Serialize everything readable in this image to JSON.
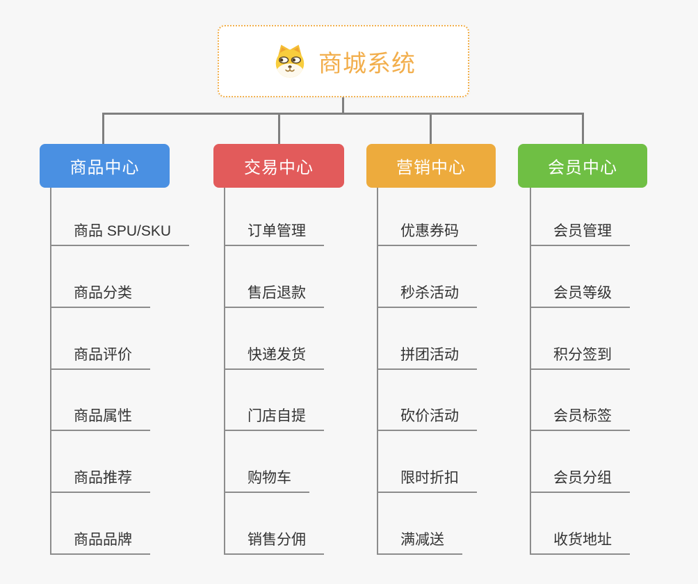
{
  "root": {
    "title": "商城系统",
    "icon": "dog-face-icon",
    "text_color": "#f2ae4c",
    "border_color": "#f2b04c",
    "background": "#ffffff"
  },
  "connector_color": "#7f7f7f",
  "branch_line_color": "#8c8c8c",
  "canvas_background": "#f7f7f7",
  "branches": [
    {
      "label": "商品中心",
      "color": "#4a90e2",
      "items": [
        "商品 SPU/SKU",
        "商品分类",
        "商品评价",
        "商品属性",
        "商品推荐",
        "商品品牌"
      ]
    },
    {
      "label": "交易中心",
      "color": "#e25b5b",
      "items": [
        "订单管理",
        "售后退款",
        "快递发货",
        "门店自提",
        "购物车",
        "销售分佣"
      ]
    },
    {
      "label": "营销中心",
      "color": "#edab3d",
      "items": [
        "优惠券码",
        "秒杀活动",
        "拼团活动",
        "砍价活动",
        "限时折扣",
        "满减送"
      ]
    },
    {
      "label": "会员中心",
      "color": "#6fbf44",
      "items": [
        "会员管理",
        "会员等级",
        "积分签到",
        "会员标签",
        "会员分组",
        "收货地址"
      ]
    }
  ]
}
